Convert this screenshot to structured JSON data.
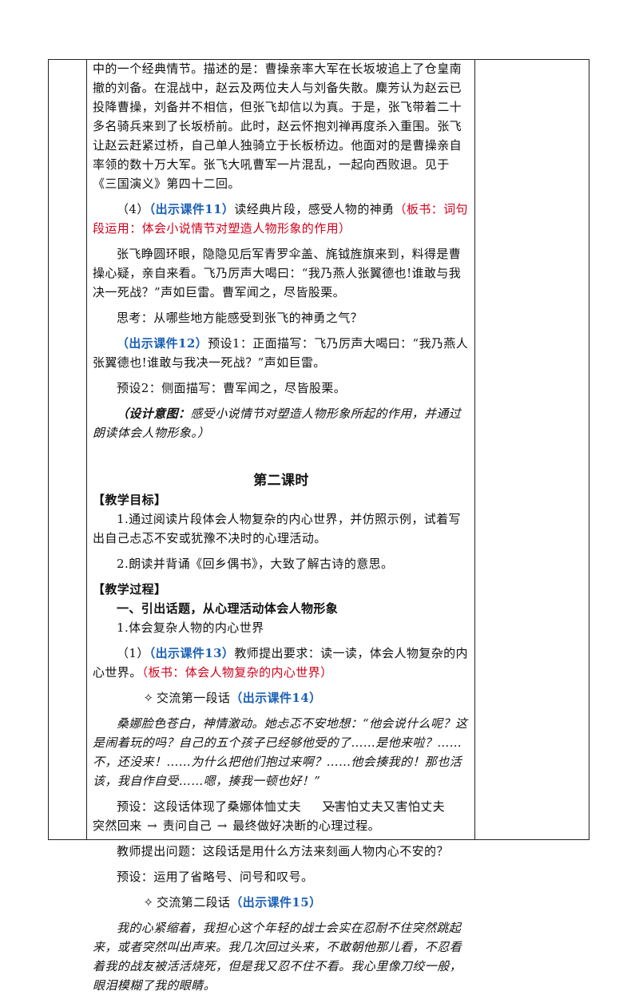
{
  "lesson1": {
    "story_para": "中的一个经典情节。描述的是：曹操亲率大军在长坂坡追上了仓皇南撤的刘备。在混战中，赵云及两位夫人与刘备失散。麋芳认为赵云已投降曹操，刘备并不相信，但张飞却信以为真。于是，张飞带着二十多名骑兵来到了长坂桥前。此时，赵云怀抱刘禅再度杀入重围。张飞让赵云赶紧过桥，自己单人独骑立于长板桥边。他面对的是曹操亲自率领的数十万大军。张飞大吼曹军一片混乱，一起向西败退。见于《三国演义》第四十二回。",
    "step4_num": "（4）",
    "step4_courseware": "（出示课件11）",
    "step4_text": "读经典片段，感受人物的神勇",
    "step4_board": "（板书：词句段运用：体会小说情节对塑造人物形象的作用）",
    "excerpt": "张飞睁圆环眼，隐隐见后军青罗伞盖、旄钺旌旗来到，料得是曹操心疑，亲自来看。飞乃厉声大喝曰：“我乃燕人张翼德也!谁敢与我决一死战？”声如巨雷。曹军闻之，尽皆股栗。",
    "think": "思考：从哪些地方能感受到张飞的神勇之气？",
    "c12": "（出示课件12）",
    "preset1": "预设1：正面描写：飞乃厉声大喝曰：“我乃燕人张翼德也!谁敢与我决一死战？”声如巨雷。",
    "preset2": "预设2：侧面描写：曹军闻之，尽皆股栗。",
    "design_label": "（设计意图：",
    "design_text": "感受小说情节对塑造人物形象所起的作用，并通过朗读体会人物形象。）"
  },
  "lesson2": {
    "title": "第二课时",
    "goals_head": "【教学目标】",
    "goal1": "1.通过阅读片段体会人物复杂的内心世界，并仿照示例，试着写出自己忐忑不安或犹豫不决时的心理活动。",
    "goal2": "2.朗读并背诵《回乡偶书》，大致了解古诗的意思。",
    "process_head": "【教学过程】",
    "part1": "一、引出话题，从心理活动体会人物形象",
    "sub1": "1.体会复杂人物的内心世界",
    "step1_num": "（1）",
    "step1_courseware": "（出示课件13）",
    "step1_text": "教师提出要求：读一读，体会人物复杂的内心世界。",
    "step1_board": "（板书：体会人物复杂的内心世界）",
    "ex1_label": "交流第一段话",
    "ex1_courseware": "（出示课件14）",
    "ex1_text": "桑娜脸色苍白，神情激动。她忐忑不安地想：“他会说什么呢？这是闹着玩的吗？自己的五个孩子已经够他受的了……是他来啦？……不，还没来！……为什么把他们抱过来啊？……他会揍我的！那也活该，我自作自受……嗯，揍我一顿也好！”",
    "ex1_preset_a": "预设：这段话体现了桑娜体恤丈夫",
    "ex1_preset_b": "又害怕丈夫又害怕丈夫",
    "ex1_preset_c": "突然回来",
    "ex1_preset_d": "责问自己",
    "ex1_preset_e": "最终做好决断的心理过程。",
    "teacher_q": "教师提出问题：这段话是用什么方法来刻画人物内心不安的？",
    "teacher_a": "预设：运用了省略号、问号和叹号。",
    "ex2_label": "交流第二段话",
    "ex2_courseware": "（出示课件15）",
    "ex2_text": "我的心紧缩着，我担心这个年轻的战士会实在忍耐不住突然跳起来，或者突然叫出声来。我几次回过头来，不敢朝他那儿看，不忍看着我的战友被活活烧死，但是我又忍不住不看。我心里像刀绞一般，眼泪模糊了我的眼睛。"
  },
  "icons": {
    "diamond": "✧",
    "arrow": "→"
  },
  "colors": {
    "courseware": "#1a5fb4",
    "board": "#d0021b"
  }
}
